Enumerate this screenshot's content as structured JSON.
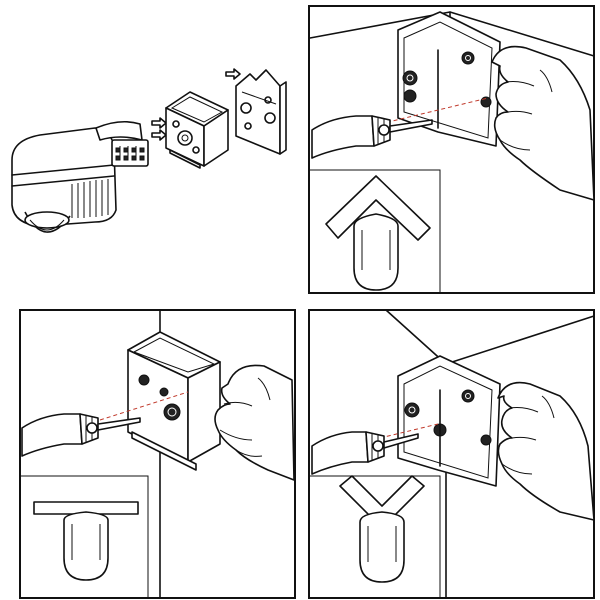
{
  "panels": [
    {
      "id": "exploded",
      "mount": "none"
    },
    {
      "id": "corner-inside",
      "mount": "inner-corner",
      "symbol": "chevron-up"
    },
    {
      "id": "flat-wall",
      "mount": "flat-wall",
      "symbol": "flat-bar"
    },
    {
      "id": "corner-outside",
      "mount": "outer-corner",
      "symbol": "chevron-down"
    }
  ],
  "colors": {
    "line": "#111111",
    "drill_guide": "#c0392b",
    "background": "#ffffff"
  },
  "icons": [
    "sensor-icon",
    "junction-box-icon",
    "mounting-bracket-icon",
    "screwdriver-icon",
    "hand-icon",
    "arrow-icon"
  ]
}
